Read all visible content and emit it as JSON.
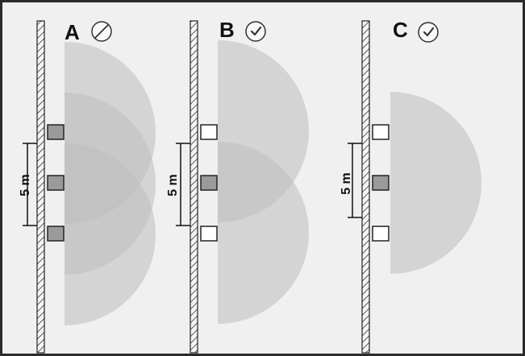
{
  "panels": [
    {
      "id": "A",
      "label": "A",
      "status": "not-allowed",
      "status_icon": "prohibited-icon",
      "dimension": "5 m",
      "sensor_states": [
        "active",
        "active",
        "active"
      ]
    },
    {
      "id": "B",
      "label": "B",
      "status": "allowed",
      "status_icon": "checkmark-icon",
      "dimension": "5 m",
      "sensor_states": [
        "active",
        "inactive",
        "active"
      ]
    },
    {
      "id": "C",
      "label": "C",
      "status": "allowed",
      "status_icon": "checkmark-icon",
      "dimension": "5 m",
      "sensor_states": [
        "inactive",
        "active",
        "inactive"
      ]
    }
  ],
  "colors": {
    "background": "#f0f0f0",
    "frame": "#2b2b2b",
    "coverage_fill": "#bdbdbd",
    "sensor_active": "#9a9a9a",
    "sensor_inactive": "#ffffff",
    "stroke": "#222222"
  }
}
